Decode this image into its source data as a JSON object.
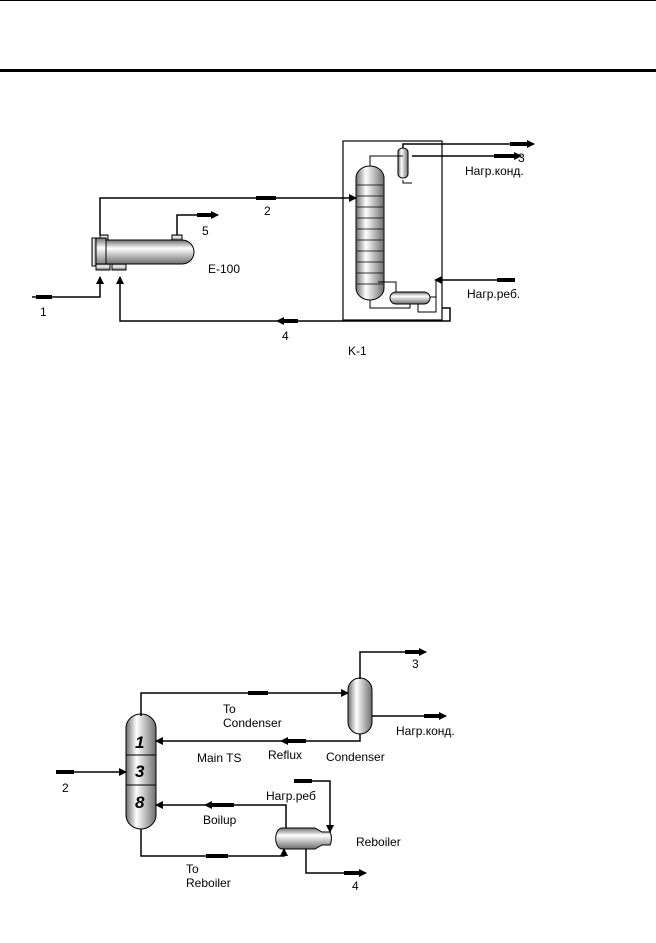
{
  "diagram1": {
    "exchanger_label": "E-100",
    "column_label": "K-1",
    "stream_1": "1",
    "stream_2": "2",
    "stream_3": "3",
    "stream_4": "4",
    "stream_5": "5",
    "condenser_duty": "Нагр.конд.",
    "reboiler_duty": "Нагр.реб."
  },
  "diagram2": {
    "stream_2": "2",
    "stream_3": "3",
    "stream_4": "4",
    "to_condenser_1": "To",
    "to_condenser_2": "Condenser",
    "condenser_label": "Condenser",
    "condenser_duty": "Нагр.конд.",
    "main_ts": "Main TS",
    "reflux": "Reflux",
    "reboiler_duty": "Нагр.реб",
    "boilup": "Boilup",
    "reboiler_label": "Reboiler",
    "to_reboiler_1": "To",
    "to_reboiler_2": "Reboiler",
    "tray_top": "1",
    "tray_mid": "3",
    "tray_bottom": "8"
  }
}
